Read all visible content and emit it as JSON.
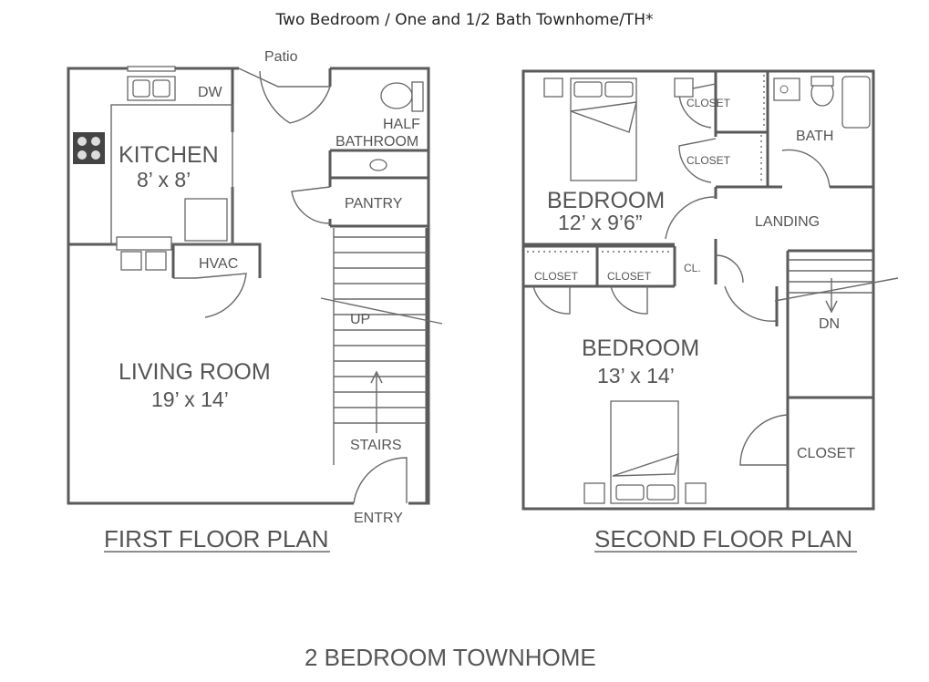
{
  "title": "Two Bedroom / One and 1/2 Bath Townhome/TH*",
  "first_floor": {
    "heading": "FIRST FLOOR PLAN",
    "patio": "Patio",
    "dw": "DW",
    "kitchen": "KITCHEN",
    "kitchen_dim": "8’ x 8’",
    "half_bath_line1": "HALF",
    "half_bath_line2": "BATHROOM",
    "pantry": "PANTRY",
    "hvac": "HVAC",
    "living_room": "LIVING ROOM",
    "living_dim": "19’ x 14’",
    "up": "UP",
    "stairs": "STAIRS",
    "entry": "ENTRY"
  },
  "second_floor": {
    "heading": "SECOND FLOOR PLAN",
    "closet_top": "CLOSET",
    "closet_mid": "CLOSET",
    "bath": "BATH",
    "bedroom1": "BEDROOM",
    "bedroom1_dim": "12’ x 9’6”",
    "landing": "LANDING",
    "closet_left": "CLOSET",
    "closet_right": "CLOSET",
    "cl": "CL.",
    "dn": "DN",
    "bedroom2": "BEDROOM",
    "bedroom2_dim": "13’ x 14’",
    "closet_big": "CLOSET"
  },
  "footer": "2 BEDROOM TOWNHOME"
}
